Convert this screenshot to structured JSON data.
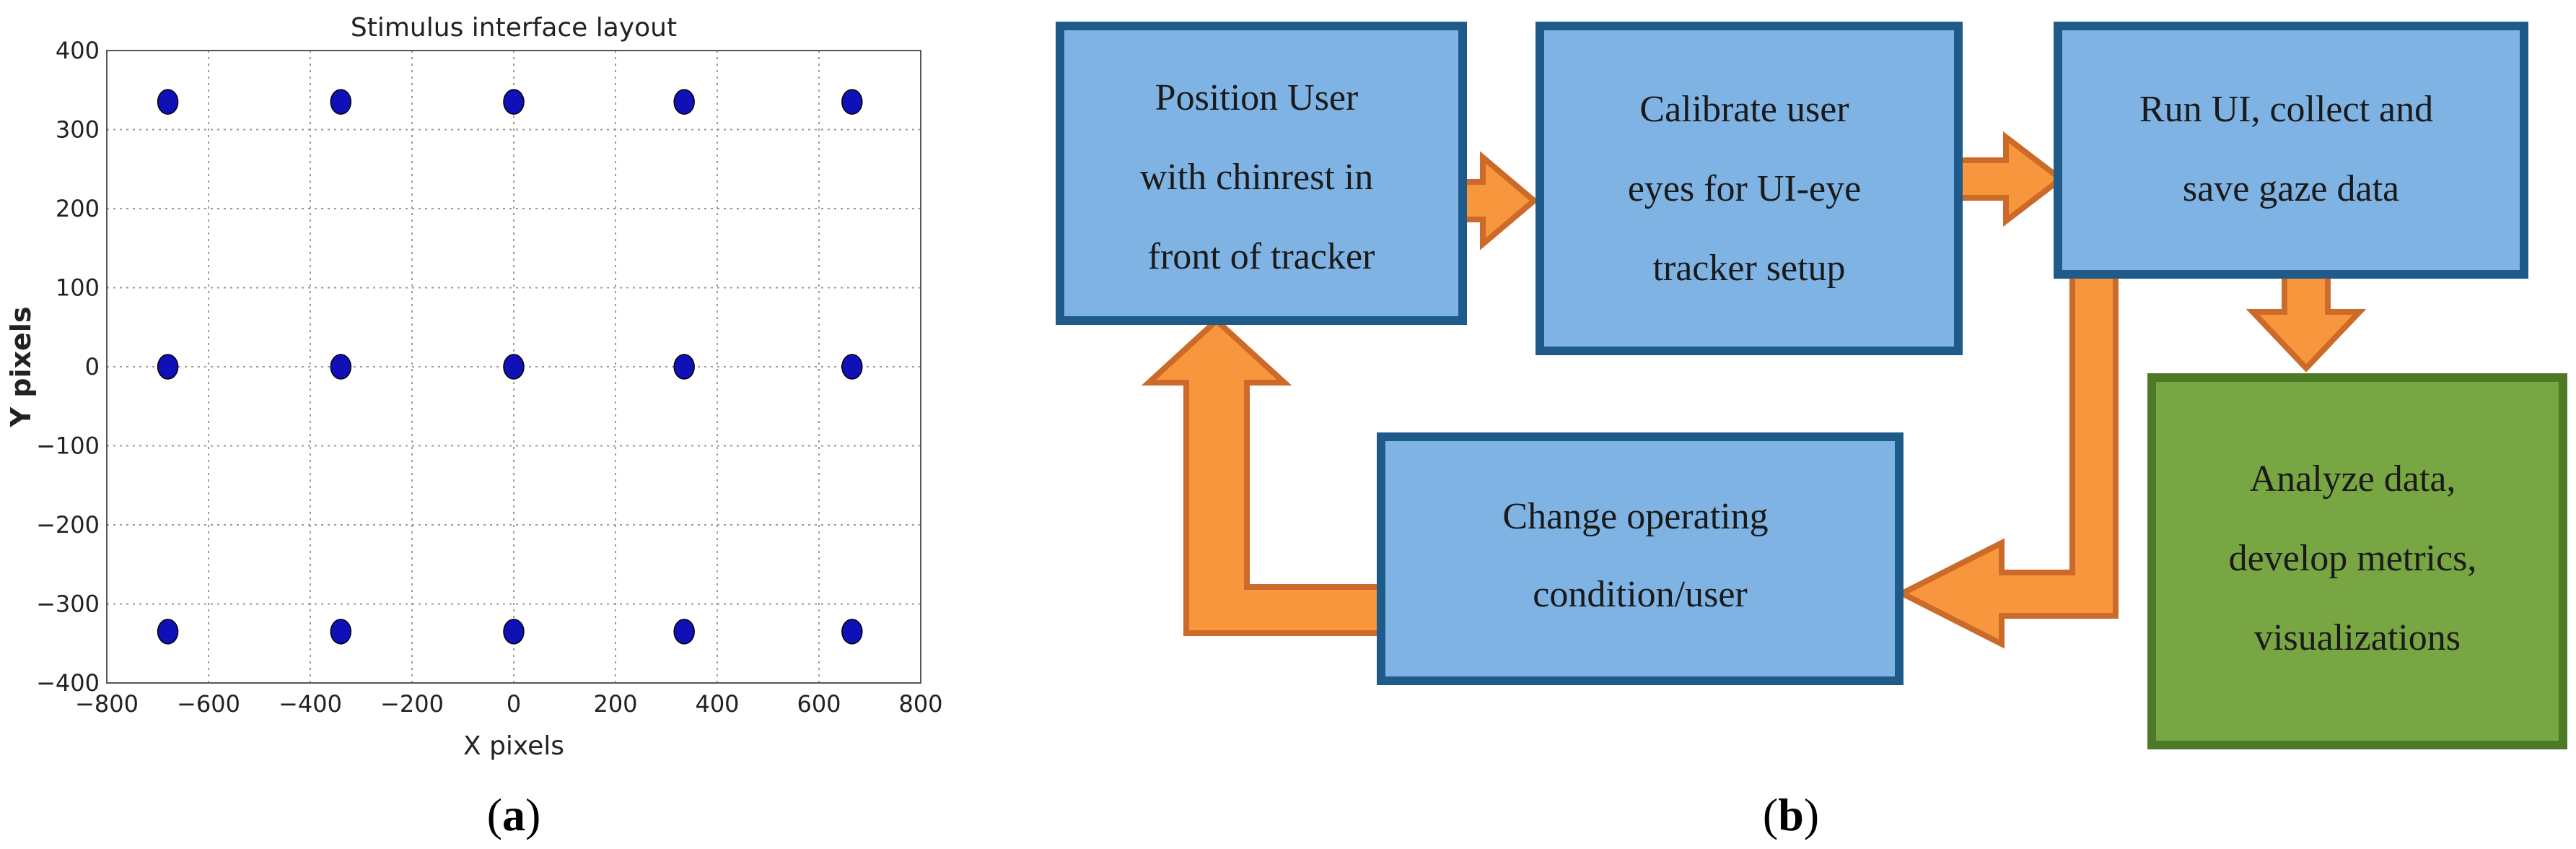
{
  "panel_a": {
    "label_open": "(",
    "label_letter": "a",
    "label_close": ")",
    "chart_data": {
      "type": "scatter",
      "title": "Stimulus interface layout",
      "xlabel": "X pixels",
      "ylabel": "Y pixels",
      "xlim": [
        -800,
        800
      ],
      "ylim": [
        -400,
        400
      ],
      "xticks": [
        -800,
        -600,
        -400,
        -200,
        0,
        200,
        400,
        600,
        800
      ],
      "yticks": [
        400,
        300,
        200,
        100,
        0,
        -100,
        -200,
        -300,
        -400
      ],
      "grid": true,
      "marker_color": "#1010b8",
      "points": [
        {
          "x": -680,
          "y": 335
        },
        {
          "x": -340,
          "y": 335
        },
        {
          "x": 0,
          "y": 335
        },
        {
          "x": 335,
          "y": 335
        },
        {
          "x": 665,
          "y": 335
        },
        {
          "x": -680,
          "y": 0
        },
        {
          "x": -340,
          "y": 0
        },
        {
          "x": 0,
          "y": 0
        },
        {
          "x": 335,
          "y": 0
        },
        {
          "x": 665,
          "y": 0
        },
        {
          "x": -680,
          "y": -335
        },
        {
          "x": -340,
          "y": -335
        },
        {
          "x": 0,
          "y": -335
        },
        {
          "x": 335,
          "y": -335
        },
        {
          "x": 665,
          "y": -335
        }
      ]
    }
  },
  "panel_b": {
    "label_open": "(",
    "label_letter": "b",
    "label_close": ")",
    "colors": {
      "box_fill": "#7fb3e3",
      "box_stroke": "#1f5b8a",
      "green_fill": "#77a642",
      "green_stroke": "#4d7a27",
      "arrow_fill": "#f7963c",
      "arrow_stroke": "#cc6a2a"
    },
    "boxes": {
      "position": [
        "Position User",
        "with chinrest in",
        "front of tracker"
      ],
      "calibrate": [
        "Calibrate user",
        "eyes for UI-eye",
        "tracker setup"
      ],
      "run": [
        "Run UI, collect and",
        "save gaze data"
      ],
      "change": [
        "Change operating",
        "condition/user"
      ],
      "analyze": [
        "Analyze data,",
        "develop metrics,",
        "visualizations"
      ]
    }
  }
}
